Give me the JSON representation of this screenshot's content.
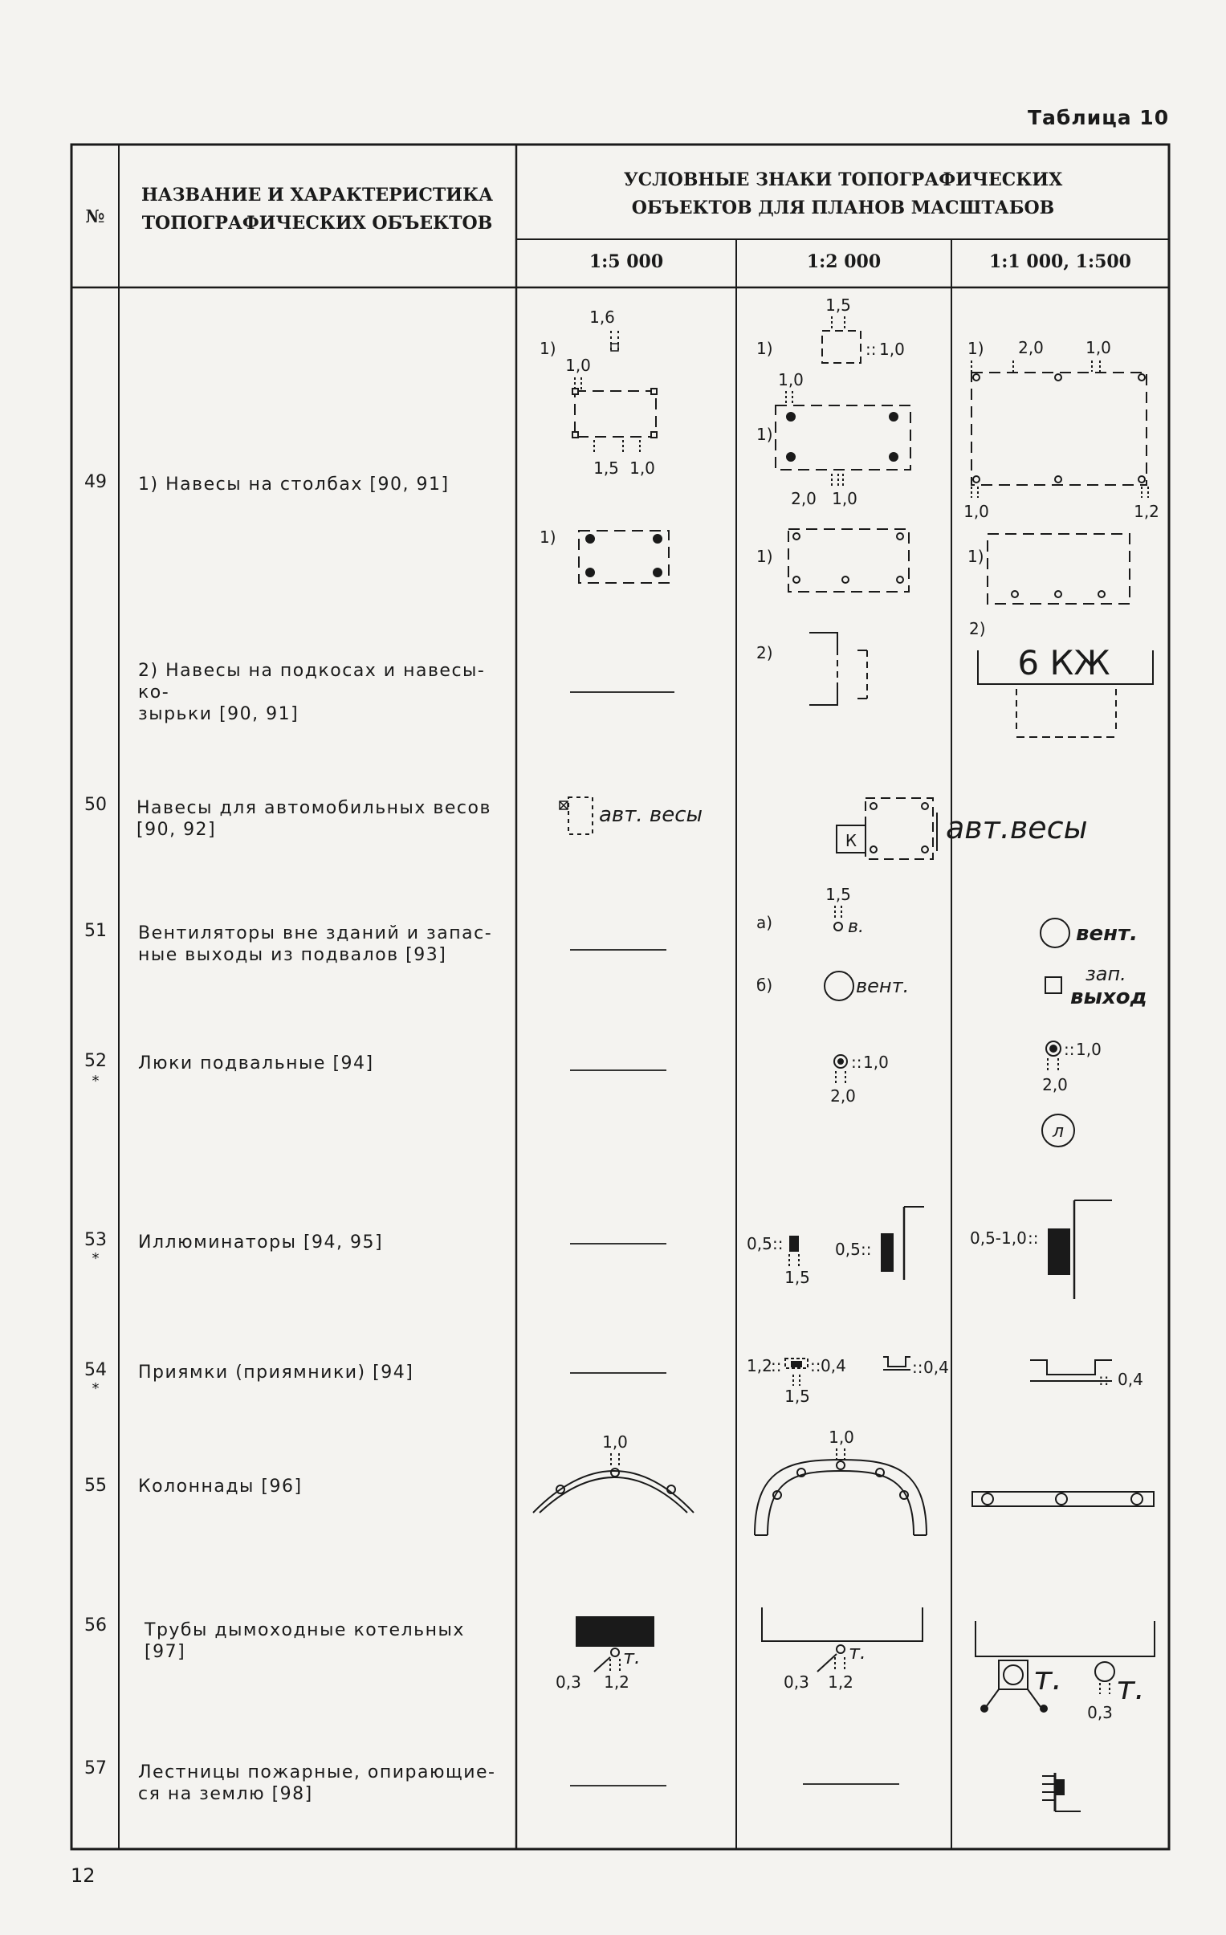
{
  "table_label": "Таблица 10",
  "header": {
    "num": "№",
    "name_line1": "НАЗВАНИЕ И ХАРАКТЕРИСТИКА",
    "name_line2": "ТОПОГРАФИЧЕСКИХ ОБЪЕКТОВ",
    "signs_line1": "УСЛОВНЫЕ ЗНАКИ ТОПОГРАФИЧЕСКИХ",
    "signs_line2": "ОБЪЕКТОВ ДЛЯ ПЛАНОВ МАСШТАБОВ",
    "scale1": "1:5 000",
    "scale2": "1:2 000",
    "scale3": "1:1 000, 1:500"
  },
  "rows": [
    {
      "num": "49",
      "name": "1) Навесы на столбах [90, 91]",
      "name2": "2) Навесы на подкосах и навесы-ко-\nзырьки [90, 91]"
    },
    {
      "num": "50",
      "name": "Навесы для автомобильных весов\n[90, 92]"
    },
    {
      "num": "51",
      "name": "Вентиляторы вне зданий и запас-\nные выходы из подвалов [93]"
    },
    {
      "num": "52",
      "name": "Люки подвальные [94]",
      "star": "*"
    },
    {
      "num": "53",
      "name": "Иллюминаторы [94, 95]",
      "star": "*"
    },
    {
      "num": "54",
      "name": "Приямки (приямники) [94]",
      "star": "*"
    },
    {
      "num": "55",
      "name": "Колоннады [96]"
    },
    {
      "num": "56",
      "name": "Трубы дымоходные котельных\n[97]"
    },
    {
      "num": "57",
      "name": "Лестницы пожарные, опирающие-\nся на землю [98]"
    }
  ],
  "sign_labels": {
    "item1": "1)",
    "item2": "2)",
    "a": "а)",
    "b": "б)",
    "d16": "1,6",
    "d15": "1,5",
    "d10": "1,0",
    "d20": "2,0",
    "d12": "1,2",
    "d05": "0,5",
    "d05_10": "0,5-1,0",
    "d04": "0,4",
    "d03": "0,3",
    "kzh": "6 КЖ",
    "avt_vesy_small": "авт. весы",
    "avt_vesy_large": "авт.весы",
    "k": "К",
    "v": "в.",
    "vent": "вент.",
    "zap": "зап.",
    "vyhod": "выход",
    "l": "л",
    "t": "т."
  },
  "page_number": "12",
  "colors": {
    "ink": "#1a1a1a",
    "paper": "#f4f3f0"
  }
}
